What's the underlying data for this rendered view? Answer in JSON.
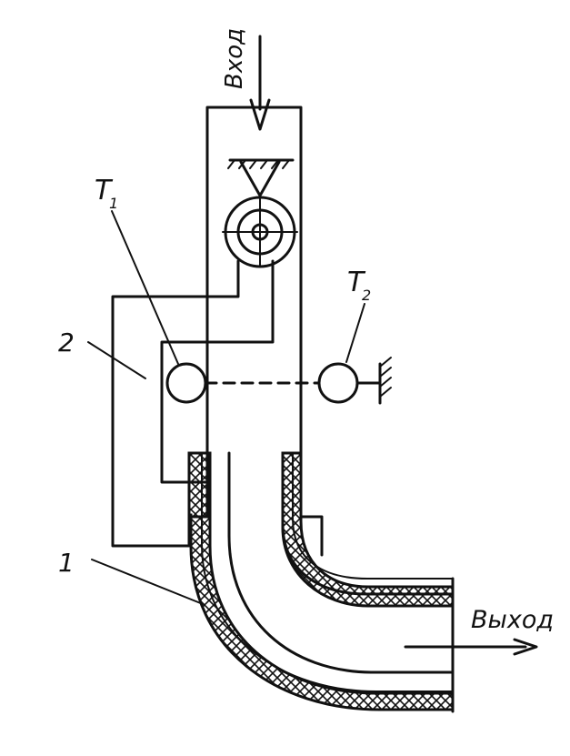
{
  "labels": {
    "inlet": "Вход",
    "outlet": "Выход",
    "t1_main": "T",
    "t1_sub": "1",
    "t2_main": "T",
    "t2_sub": "2",
    "part_2": "2",
    "part_1": "1"
  },
  "colors": {
    "ink": "#111111",
    "background": "#ffffff"
  }
}
